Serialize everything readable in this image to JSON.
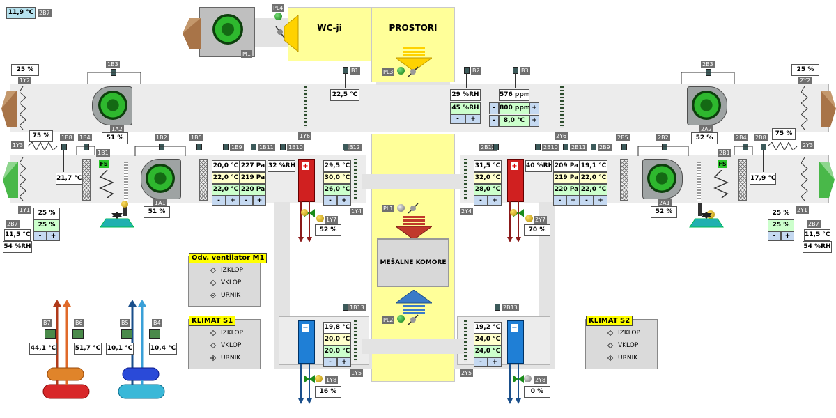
{
  "outdoor": {
    "temp": "11,9 °C",
    "tag": "2B7"
  },
  "rooms": {
    "wc": "WC-ji",
    "prostori": "PROSTORI",
    "mesalne": "MEŠALNE KOMORE"
  },
  "fan_m1": {
    "tag": "M1",
    "damper_tag": "PL4"
  },
  "dampers": {
    "pl1": "PL1",
    "pl2": "PL2",
    "pl3": "PL3"
  },
  "top_section": {
    "b1": {
      "tag": "B1",
      "value": "22,5 °C"
    },
    "b2": {
      "tag": "B2",
      "value": "29 %RH",
      "setpoint": "45 %RH"
    },
    "b3": {
      "tag": "B3",
      "value": "576 ppm",
      "setpoint": "800 ppm",
      "temp_setpoint": "8,0 °C"
    },
    "left_damper": {
      "tag": "1Y2",
      "value": "25 %"
    },
    "right_damper": {
      "tag": "2Y2",
      "value": "25 %"
    },
    "fan_1a2": {
      "tag": "1A2",
      "value": "51 %",
      "sensor_tag": "1B3"
    },
    "fan_2a2": {
      "tag": "2A2",
      "value": "52 %",
      "sensor_tag": "2B3"
    },
    "left_bypass": {
      "tag": "1Y3",
      "value": "75 %"
    },
    "right_bypass": {
      "tag": "2Y3",
      "value": "75 %"
    },
    "grate_1y6": "1Y6",
    "grate_2y6": "2Y6"
  },
  "left_unit": {
    "tags": {
      "b8": "1B8",
      "b4": "1B4",
      "b1": "1B1",
      "b2": "1B2",
      "b5": "1B5",
      "b9": "1B9",
      "b11": "1B11",
      "b10": "1B10",
      "b12": "1B12",
      "b13": "1B13",
      "y1": "1Y1",
      "b7": "2B7",
      "y4": "1Y4",
      "y5": "1Y5",
      "y7": "1Y7",
      "y8": "1Y8"
    },
    "hx_temp": "21,7 °C",
    "intake_damper": "25 %",
    "intake_setpoint": "25 %",
    "outdoor_temp": "11,5 °C",
    "outdoor_rh": "54 %RH",
    "fan_1a1": {
      "tag": "1A1",
      "value": "51 %"
    },
    "fs": "FS",
    "col1": [
      "20,0 °C",
      "22,0 °C",
      "22,0 °C"
    ],
    "col2": [
      "227 Pa",
      "219 Pa",
      "220 Pa"
    ],
    "rh": "32 %RH",
    "col3": [
      "29,5 °C",
      "30,0 °C",
      "26,0 °C"
    ],
    "heat_valve": "52 %",
    "cool": [
      "19,8 °C",
      "20,0 °C",
      "20,0 °C"
    ],
    "cool_valve": "16 %"
  },
  "right_unit": {
    "tags": {
      "b12": "2B12",
      "b10": "2B10",
      "b11": "2B11",
      "b9": "2B9",
      "b5": "2B5",
      "b2": "2B2",
      "b4": "2B4",
      "b8": "2B8",
      "b1": "2B1",
      "y1": "2Y1",
      "b7": "2B7",
      "y4": "2Y4",
      "y5": "2Y5",
      "y7": "2Y7",
      "y8": "2Y8",
      "b13": "2B13"
    },
    "col3": [
      "31,5 °C",
      "32,0 °C",
      "28,0 °C"
    ],
    "rh": "40 %RH",
    "col2": [
      "209 Pa",
      "219 Pa",
      "220 Pa"
    ],
    "col1": [
      "19,1 °C",
      "22,0 °C",
      "22,0 °C"
    ],
    "heat_valve": "70 %",
    "fan_2a1": {
      "tag": "2A1",
      "value": "52 %"
    },
    "fs": "FS",
    "hx_temp": "17,9 °C",
    "intake_damper": "25 %",
    "intake_setpoint": "25 %",
    "outdoor_temp": "11,5 °C",
    "outdoor_rh": "54 %RH",
    "cool": [
      "19,2 °C",
      "24,0 °C",
      "24,0 °C"
    ],
    "cool_valve": "0 %"
  },
  "buttons": {
    "minus": "-",
    "plus": "+"
  },
  "mode_panels": {
    "m1": {
      "title": "Odv. ventilator M1",
      "options": [
        "IZKLOP",
        "VKLOP",
        "URNIK"
      ]
    },
    "s1": {
      "title": "KLIMAT S1",
      "options": [
        "IZKLOP",
        "VKLOP",
        "URNIK"
      ]
    },
    "s2": {
      "title": "KLIMAT S2",
      "options": [
        "IZKLOP",
        "VKLOP",
        "URNIK"
      ]
    }
  },
  "supply_water": {
    "b7": {
      "tag": "B7",
      "value": "44,1 °C"
    },
    "b6": {
      "tag": "B6",
      "value": "51,7 °C"
    },
    "b5": {
      "tag": "B5",
      "value": "10,1 °C"
    },
    "b4": {
      "tag": "B4",
      "value": "10,4 °C"
    }
  },
  "colors": {
    "duct": "#ececec",
    "room": "#ffff99",
    "fan": "#2eb82e",
    "heater": "#d02020",
    "cooler": "#1f7fd6",
    "setpoint_yellow": "#ffffcc",
    "setpoint_green": "#ccffcc",
    "button": "#c5d9f1",
    "tag": "#707070"
  }
}
